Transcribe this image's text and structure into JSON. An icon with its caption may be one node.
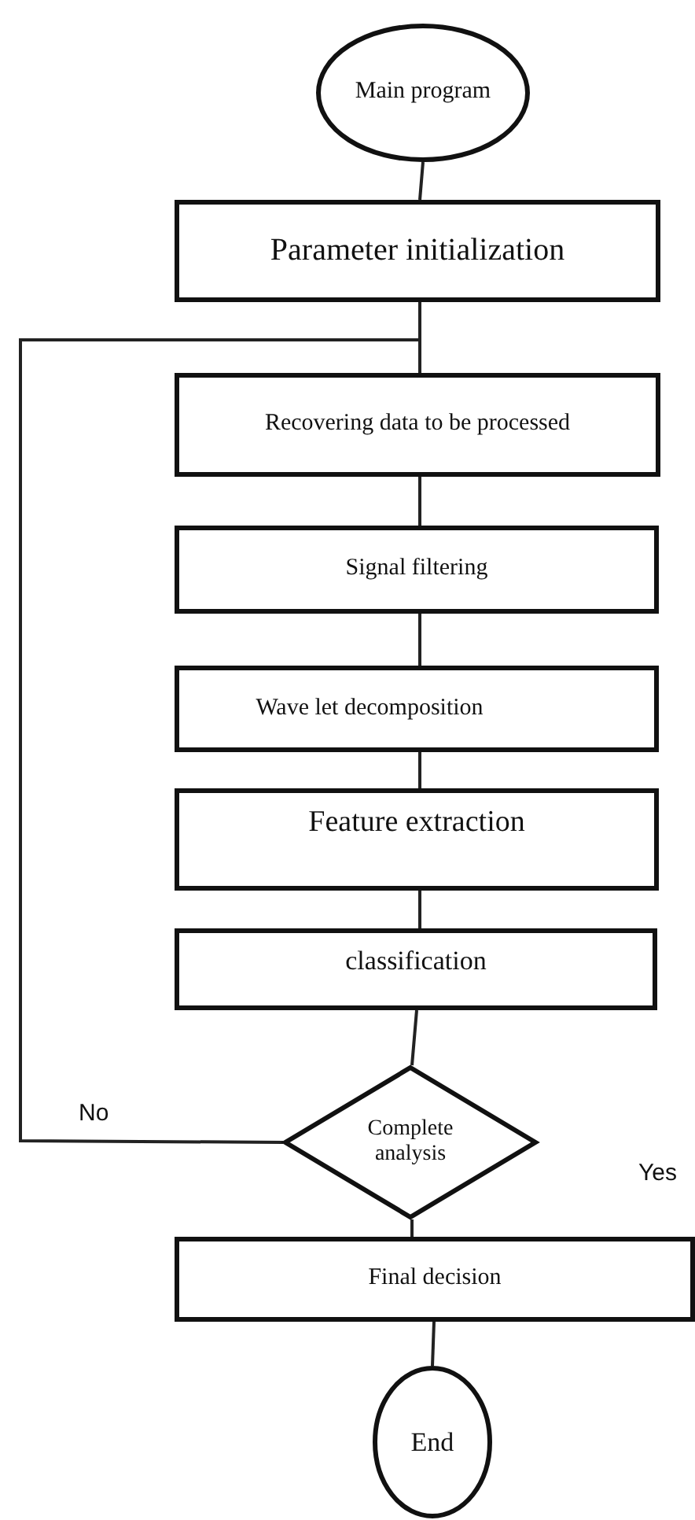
{
  "diagram": {
    "nodes": [
      {
        "text": [
          "Main program"
        ]
      },
      {
        "text": [
          "Parameter initialization"
        ]
      },
      {
        "text": [
          "Recovering data to be processed"
        ]
      },
      {
        "text": [
          "Signal filtering"
        ]
      },
      {
        "text": [
          "Wave let decomposition"
        ]
      },
      {
        "text": [
          "Feature extraction"
        ]
      },
      {
        "text": [
          "classification"
        ]
      },
      {
        "text": [
          "Complete analysis"
        ]
      },
      {
        "text": [
          "Final decision"
        ]
      },
      {
        "text": [
          "End"
        ]
      }
    ],
    "edges": [
      {
        "from": 0,
        "to": 1,
        "arrow": "none"
      },
      {
        "from": 1,
        "to": 2,
        "arrow": "none"
      },
      {
        "from": 2,
        "to": 3,
        "arrow": "none"
      },
      {
        "from": 3,
        "to": 4,
        "arrow": "none"
      },
      {
        "from": 4,
        "to": 5,
        "arrow": "none"
      },
      {
        "from": 5,
        "to": 6,
        "arrow": "none"
      },
      {
        "from": 6,
        "to": 7,
        "arrow": "none"
      },
      {
        "from": 7,
        "to": 2,
        "arrow": "none",
        "label": "No"
      },
      {
        "from": 7,
        "to": 8,
        "arrow": "none"
      },
      {
        "from": 8,
        "to": 9,
        "arrow": "none"
      }
    ],
    "labels": [
      "Yes"
    ]
  }
}
